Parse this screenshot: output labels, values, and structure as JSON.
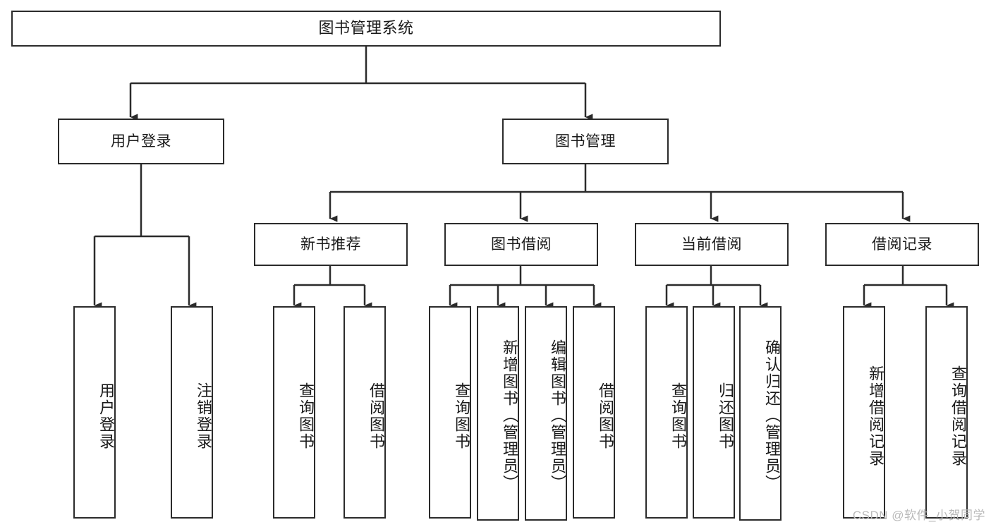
{
  "diagram": {
    "title": "图书管理系统",
    "type": "tree-hierarchy-chart",
    "nodes": {
      "root": {
        "label": "图书管理系统"
      },
      "level1": [
        {
          "label": "用户登录"
        },
        {
          "label": "图书管理"
        }
      ],
      "level2": [
        {
          "label": "新书推荐"
        },
        {
          "label": "图书借阅"
        },
        {
          "label": "当前借阅"
        },
        {
          "label": "借阅记录"
        }
      ],
      "leaves_user_login": [
        {
          "label": "用户登录"
        },
        {
          "label": "注销登录"
        }
      ],
      "leaves_new_book": [
        {
          "label": "查询图书"
        },
        {
          "label": "借阅图书"
        }
      ],
      "leaves_borrow": [
        {
          "label": "查询图书"
        },
        {
          "label": "新增图书（管理员）"
        },
        {
          "label": "编辑图书（管理员）"
        },
        {
          "label": "借阅图书"
        }
      ],
      "leaves_current": [
        {
          "label": "查询图书"
        },
        {
          "label": "归还图书"
        },
        {
          "label": "确认归还（管理员）"
        }
      ],
      "leaves_records": [
        {
          "label": "新增借阅记录"
        },
        {
          "label": "查询借阅记录"
        }
      ]
    },
    "watermark": "CSDN @软件_小贺同学",
    "colors": {
      "border": "#2b2b2b",
      "text": "#1a1a1a",
      "background": "#ffffff",
      "watermark": "#b9b9b9"
    }
  }
}
